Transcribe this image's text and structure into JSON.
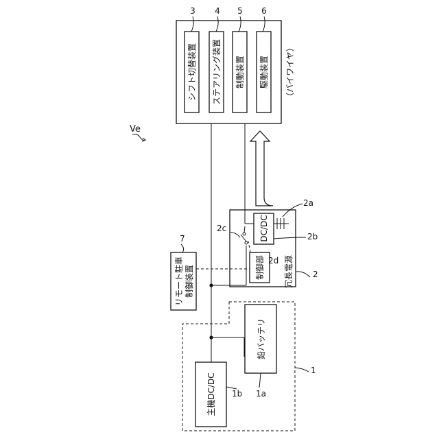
{
  "figure_label": "Ve",
  "by_wire_group": {
    "ref": "",
    "caption": "（バイワイヤ）",
    "devices": [
      {
        "ref": "3",
        "label": "シフト切替装置"
      },
      {
        "ref": "4",
        "label": "ステアリング装置"
      },
      {
        "ref": "5",
        "label": "制動装置"
      },
      {
        "ref": "6",
        "label": "駆動装置"
      }
    ]
  },
  "redundant_power": {
    "ref": "2",
    "label": "冗長電源",
    "capacitor_ref": "2a",
    "dcdc": {
      "ref": "2b",
      "label": "DC/DC"
    },
    "switch_ref": "2c",
    "controller": {
      "ref": "2d",
      "label": "制御部"
    }
  },
  "remote_parking": {
    "ref": "7",
    "label_line1": "リモート駐車",
    "label_line2": "制御装置"
  },
  "main_power": {
    "ref": "1",
    "battery": {
      "ref": "1a",
      "label": "鉛バッテリ"
    },
    "main_dcdc": {
      "ref": "1b",
      "label": "主機DC/DC"
    }
  }
}
